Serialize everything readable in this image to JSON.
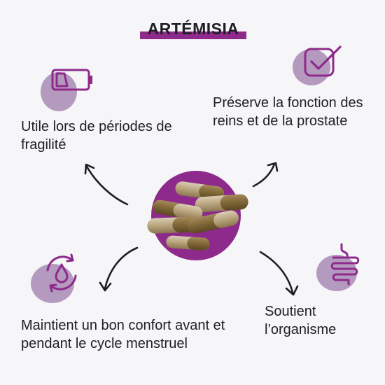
{
  "title": "ARTÉMISIA",
  "benefits": [
    {
      "text": "Utile lors de périodes de fragilité",
      "icon": "battery-low-icon"
    },
    {
      "text": "Préserve la fonction des reins et de la prostate",
      "icon": "checkmark-icon"
    },
    {
      "text": "Maintient un bon confort avant et pendant le cycle menstruel",
      "icon": "water-drop-cycle-icon"
    },
    {
      "text": "Soutient l’organisme",
      "icon": "intestine-icon"
    }
  ],
  "colors": {
    "accent": "#8e2a8b",
    "blob": "#a98ab5",
    "icon_stroke": "#8e2a8b",
    "text": "#1e1e24",
    "background": "#f6f5f7"
  },
  "center_image": "herbal-capsules-illustration"
}
